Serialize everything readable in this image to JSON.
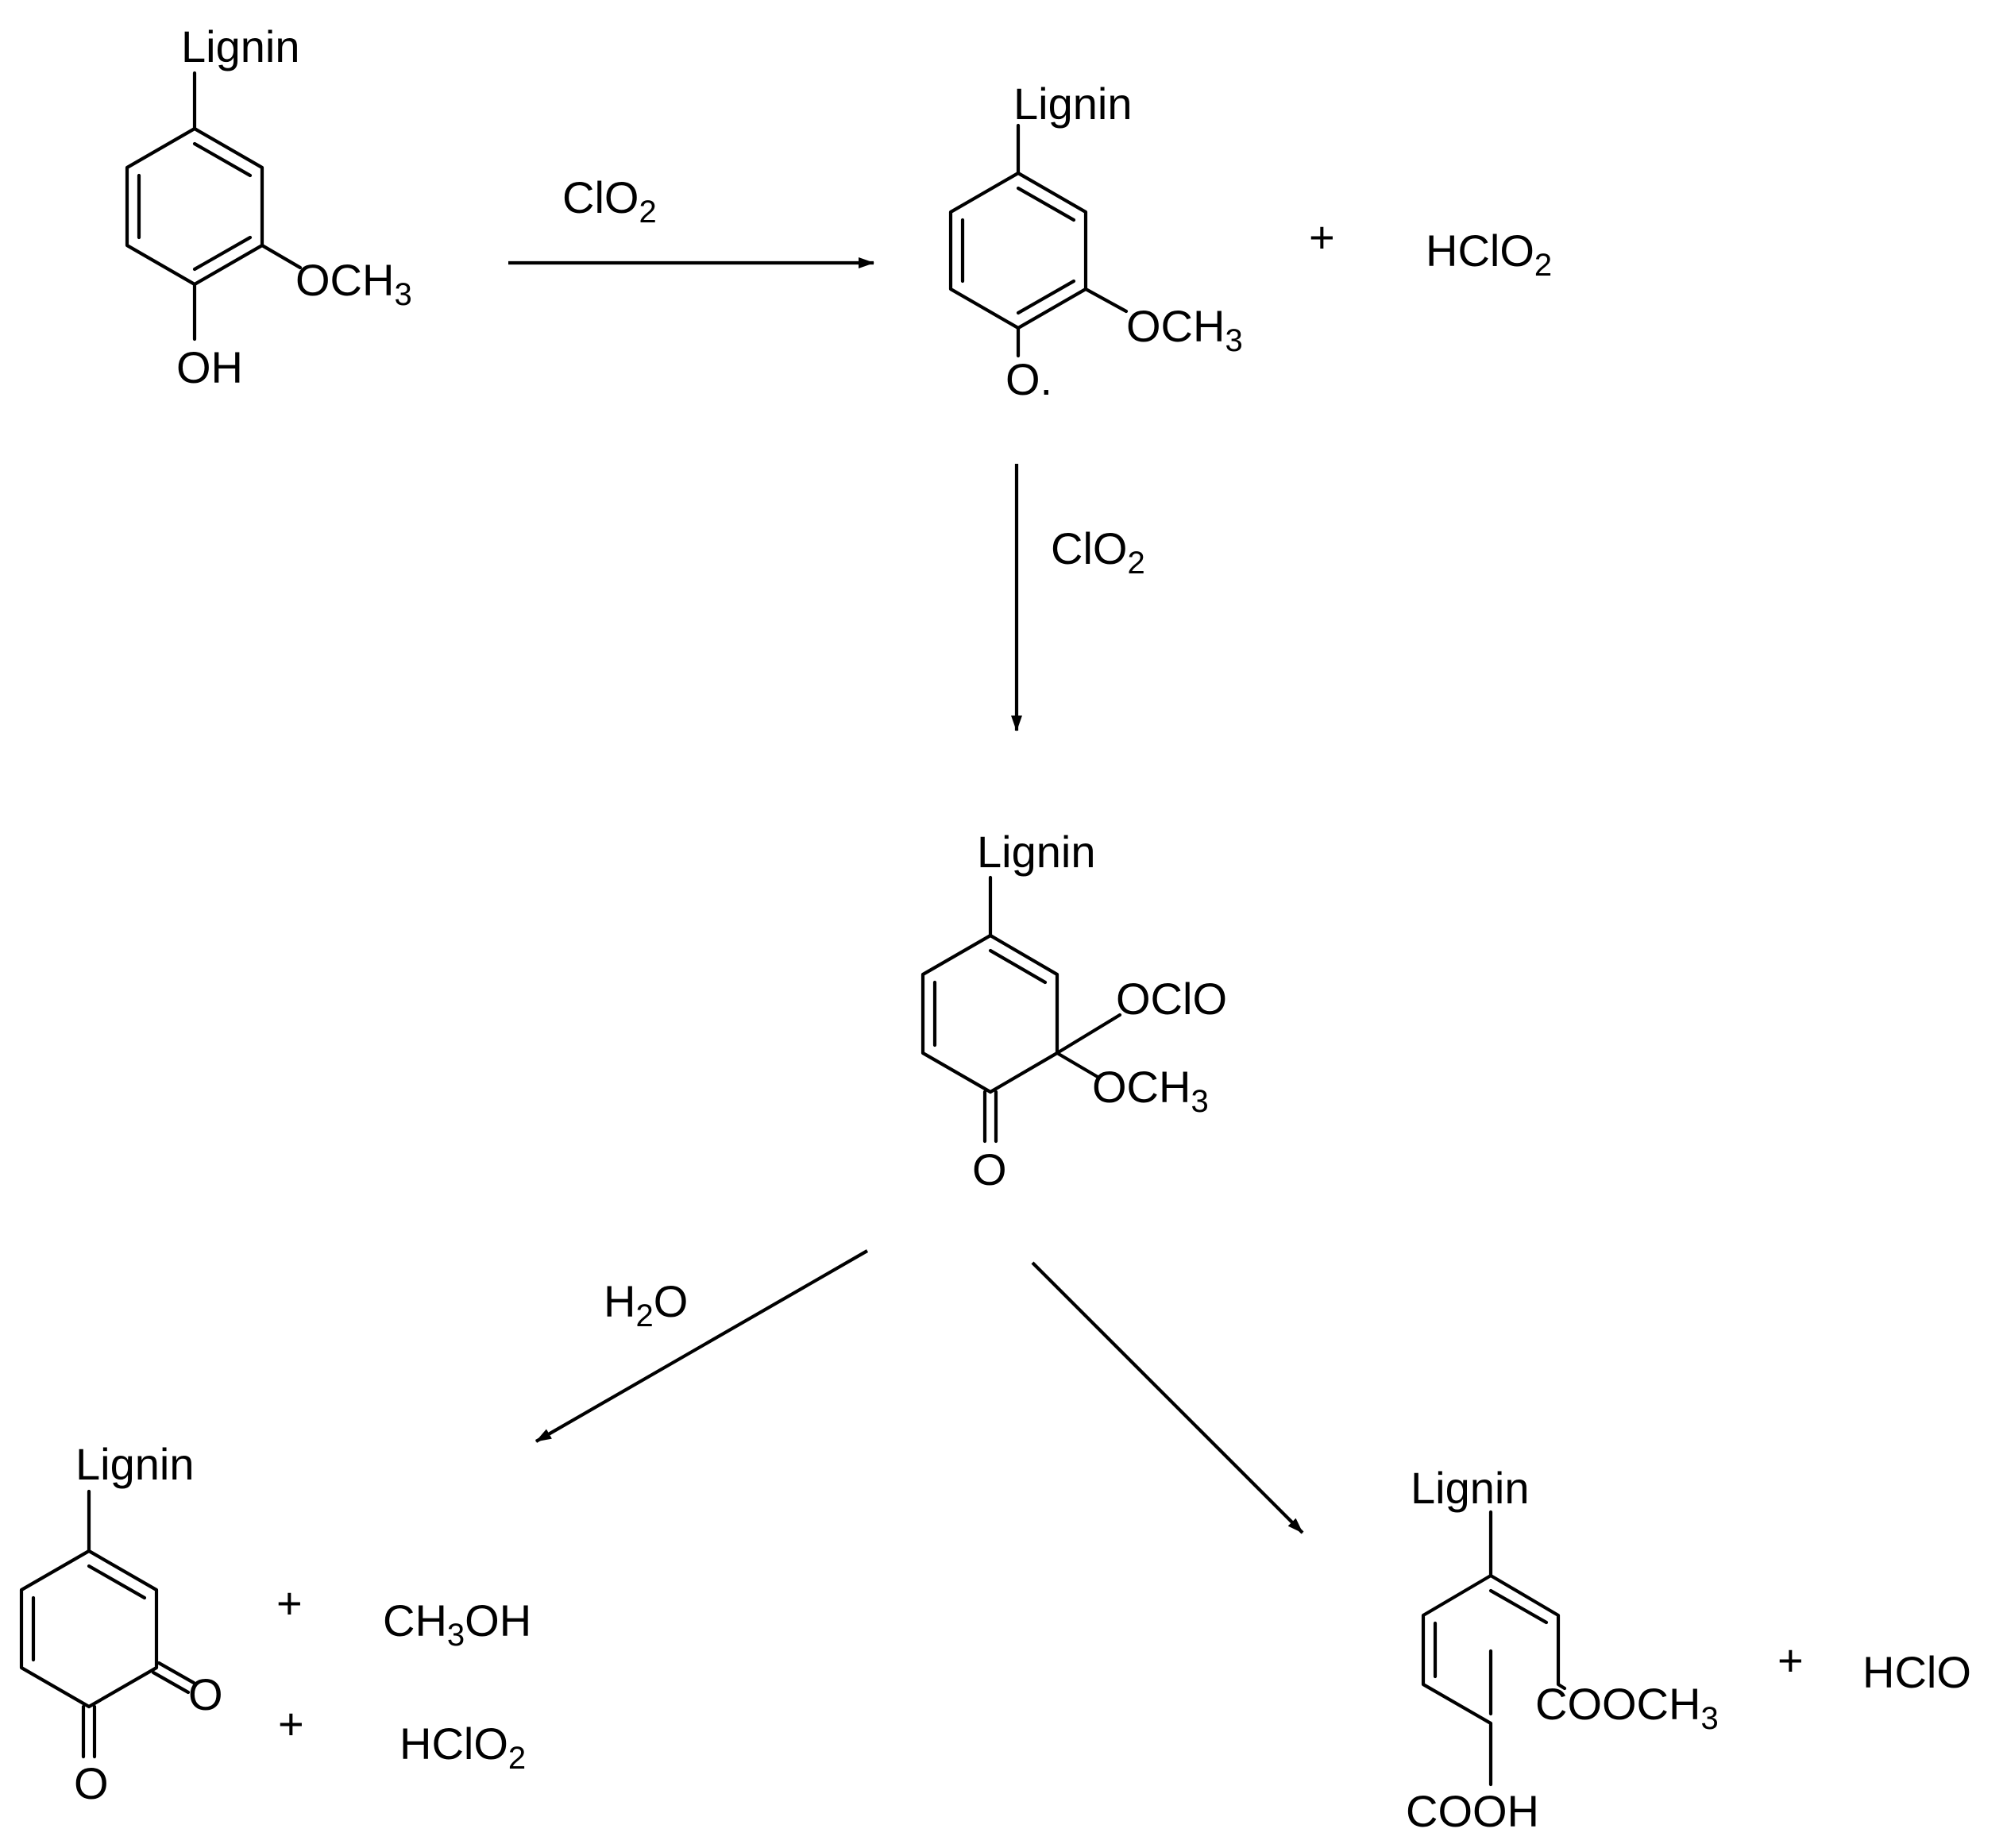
{
  "substituent": "Lignin",
  "reactant": {
    "group_methoxy": {
      "main": "OCH",
      "sub": "3"
    },
    "group_hydroxyl": "OH"
  },
  "step1": {
    "reagent": {
      "main": "ClO",
      "sub": "2"
    }
  },
  "radical": {
    "group_methoxy": {
      "main": "OCH",
      "sub": "3"
    },
    "group_oxy": "O.",
    "plus": "+",
    "coproduct": {
      "main": "HClO",
      "sub": "2"
    }
  },
  "step2": {
    "reagent": {
      "main": "ClO",
      "sub": "2"
    }
  },
  "intermediate": {
    "group_ocl": "OClO",
    "group_methoxy": {
      "main": "OCH",
      "sub": "3"
    },
    "group_carbonyl": "O"
  },
  "step3_left": {
    "reagent": {
      "pre": "H",
      "sub": "2",
      "post": "O"
    }
  },
  "quinone_product": {
    "carbonyl_1": "O",
    "carbonyl_2": "O",
    "plus_1": "+",
    "methanol": {
      "pre": "CH",
      "sub": "3",
      "post": "OH"
    },
    "plus_2": "+",
    "chlorous_acid": {
      "main": "HClO",
      "sub": "2"
    }
  },
  "muconic_product": {
    "ester": {
      "main": "COOCH",
      "sub": "3"
    },
    "acid": "COOH",
    "plus": "+",
    "hypochlorous_acid": "HClO"
  }
}
